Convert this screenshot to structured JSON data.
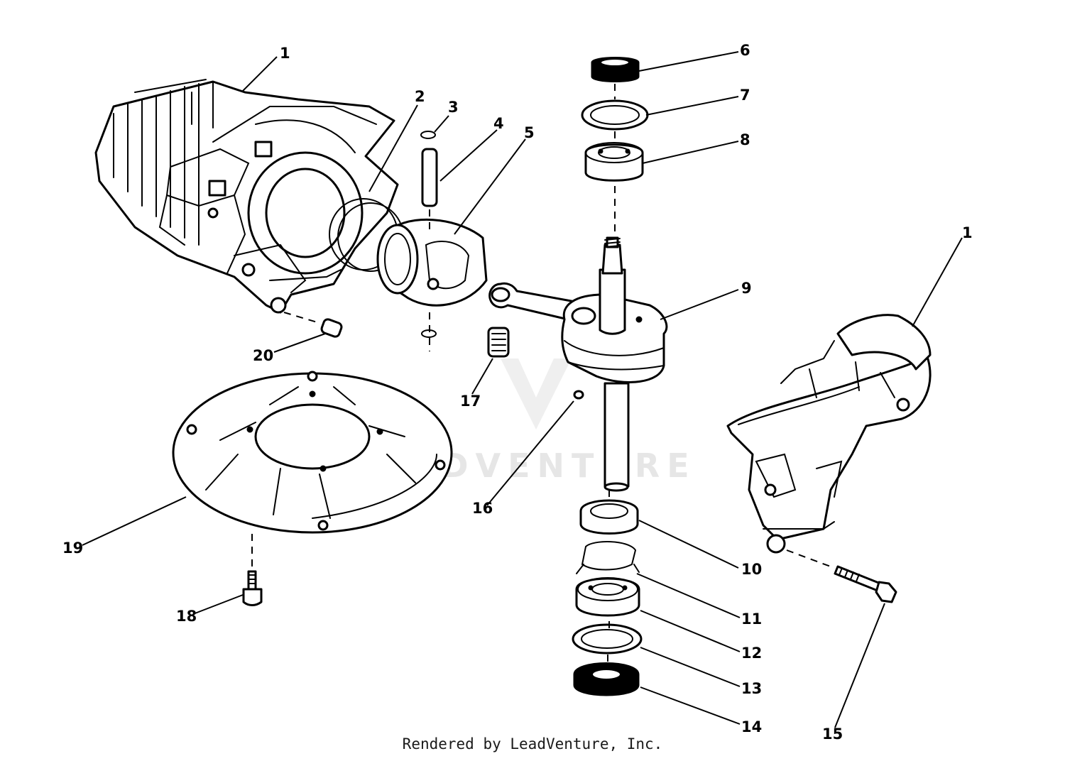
{
  "watermark": {
    "brand": "LEADVENTURE"
  },
  "callouts": [
    {
      "number": "1"
    },
    {
      "number": "2"
    },
    {
      "number": "3"
    },
    {
      "number": "4"
    },
    {
      "number": "5"
    },
    {
      "number": "6"
    },
    {
      "number": "7"
    },
    {
      "number": "8"
    },
    {
      "number": "9"
    },
    {
      "number": "1"
    },
    {
      "number": "10"
    },
    {
      "number": "11"
    },
    {
      "number": "12"
    },
    {
      "number": "13"
    },
    {
      "number": "14"
    },
    {
      "number": "15"
    },
    {
      "number": "16"
    },
    {
      "number": "17"
    },
    {
      "number": "18"
    },
    {
      "number": "19"
    },
    {
      "number": "20"
    }
  ],
  "footer": {
    "credit": "Rendered by LeadVenture, Inc."
  }
}
